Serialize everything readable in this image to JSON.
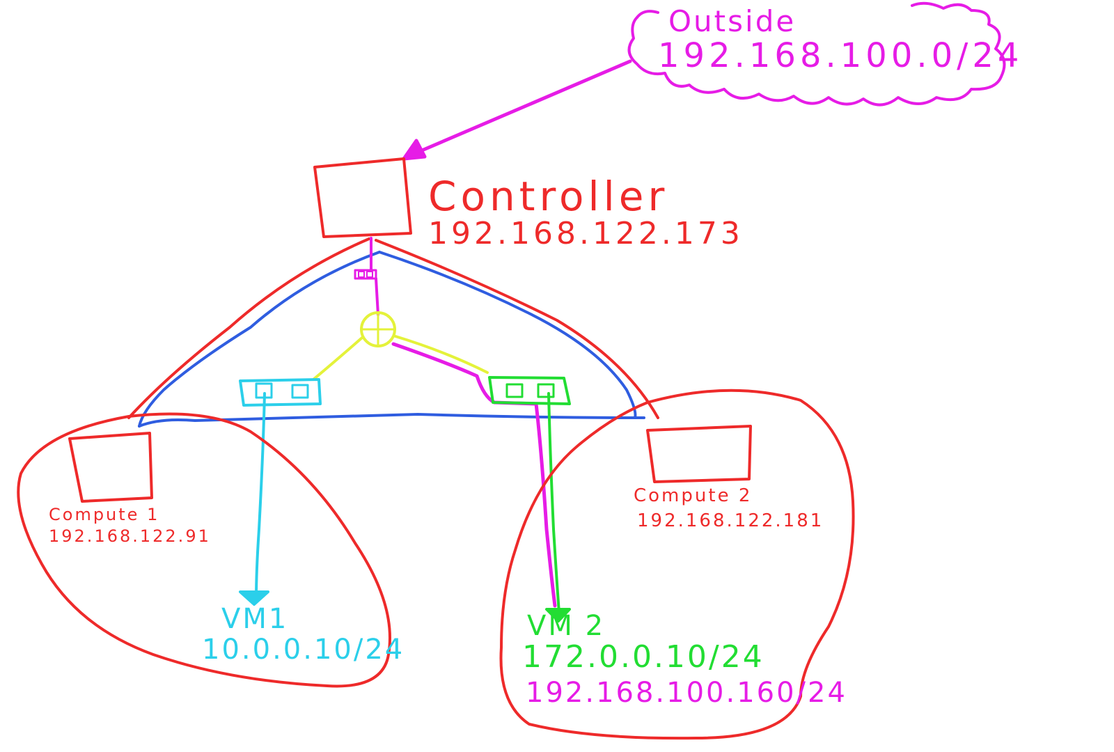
{
  "outside": {
    "title": "Outside",
    "network": "192.168.100.0/24"
  },
  "controller": {
    "name": "Controller",
    "ip": "192.168.122.173"
  },
  "compute1": {
    "name": "Compute 1",
    "ip": "192.168.122.91"
  },
  "compute2": {
    "name": "Compute 2",
    "ip": "192.168.122.181"
  },
  "vm1": {
    "name": "VM1",
    "ip": "10.0.0.10/24"
  },
  "vm2": {
    "name": "VM 2",
    "ip_private": "172.0.0.10/24",
    "ip_floating": "192.168.100.160/24"
  },
  "colors": {
    "host": "#ee2a2a",
    "external": "#e61ce6",
    "tunnel": "#2f5de0",
    "router": "#e4f23a",
    "net1": "#2bcfea",
    "net2": "#22dd33"
  },
  "icons": {
    "router": "router-icon",
    "host": "server-box",
    "cloud": "cloud-shape",
    "switch": "switch-icon"
  }
}
